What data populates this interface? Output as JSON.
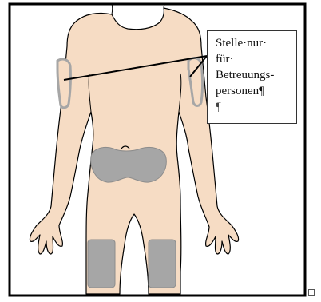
{
  "figure": {
    "callout": {
      "lines": [
        "Stelle·nur·",
        "für·",
        "Betreuungs-",
        "personen¶"
      ],
      "end_mark": "¶"
    }
  },
  "colors": {
    "skin": "#f6dcc4",
    "outline": "#000000",
    "injection_area": "#a6a6a6",
    "injection_area_outline": "#8c8c8c",
    "frame": "#000000"
  },
  "regions": [
    {
      "name": "upper-arm-left"
    },
    {
      "name": "upper-arm-right"
    },
    {
      "name": "abdomen"
    },
    {
      "name": "thigh-left"
    },
    {
      "name": "thigh-right"
    }
  ]
}
